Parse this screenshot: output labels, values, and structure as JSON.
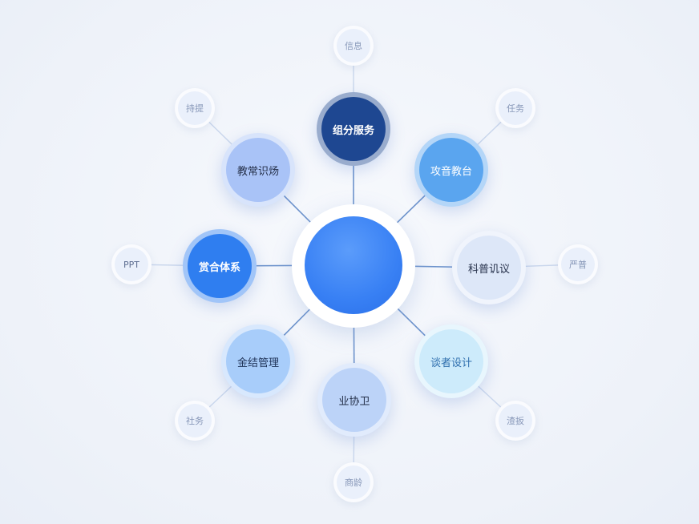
{
  "center": {
    "label": ""
  },
  "nodes": [
    {
      "id": "n1",
      "label": "组分服务",
      "color": "#1e4791",
      "text_color": "#ffffff",
      "leaf": "信息"
    },
    {
      "id": "n2",
      "label": "攻音教台",
      "color": "#5aa5ef",
      "text_color": "#ffffff",
      "leaf": "任务"
    },
    {
      "id": "n3",
      "label": "科普讥议",
      "color": "#dde7f8",
      "text_color": "#25304a",
      "leaf": "严普"
    },
    {
      "id": "n4",
      "label": "谈者设计",
      "color": "#cdebfb",
      "text_color": "#2f6fae",
      "leaf": "渣扳"
    },
    {
      "id": "n5",
      "label": "业协卫",
      "color": "#bcd3f8",
      "text_color": "#25304a",
      "leaf": "商龄"
    },
    {
      "id": "n6",
      "label": "金结管理",
      "color": "#a8cdfa",
      "text_color": "#1f3358",
      "leaf": "社务"
    },
    {
      "id": "n7",
      "label": "赏合体系",
      "color": "#2f7ef0",
      "text_color": "#ffffff",
      "leaf": "PPT"
    },
    {
      "id": "n8",
      "label": "教常识炀",
      "color": "#a9c3f7",
      "text_color": "#25304a",
      "leaf": "持提"
    }
  ],
  "colors": {
    "center": "#3b83f6",
    "line": "#6d93cc",
    "leaf_line": "#c9d6ec"
  }
}
